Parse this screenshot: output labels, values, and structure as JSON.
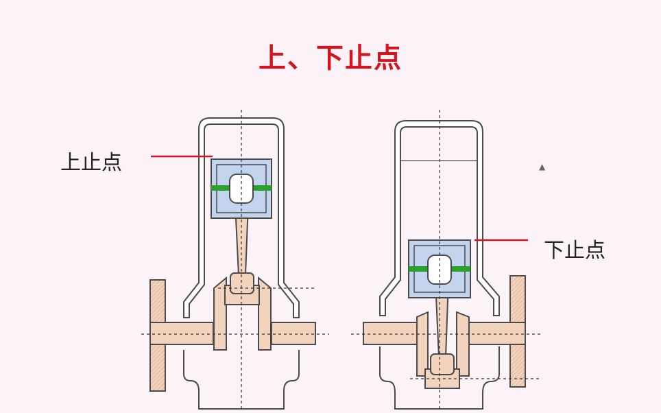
{
  "title": "上、下止点",
  "labels": {
    "top_dead_center": "上止点",
    "bottom_dead_center": "下止点"
  },
  "colors": {
    "title": "#d4141e",
    "leader_line": "#d4141e",
    "outline": "#4a4a4a",
    "cylinder_fill": "#ffffff",
    "piston": "#c3d4ee",
    "piston_ring": "#2aa12a",
    "crank": "#f2d3be",
    "centerline": "#333333"
  }
}
